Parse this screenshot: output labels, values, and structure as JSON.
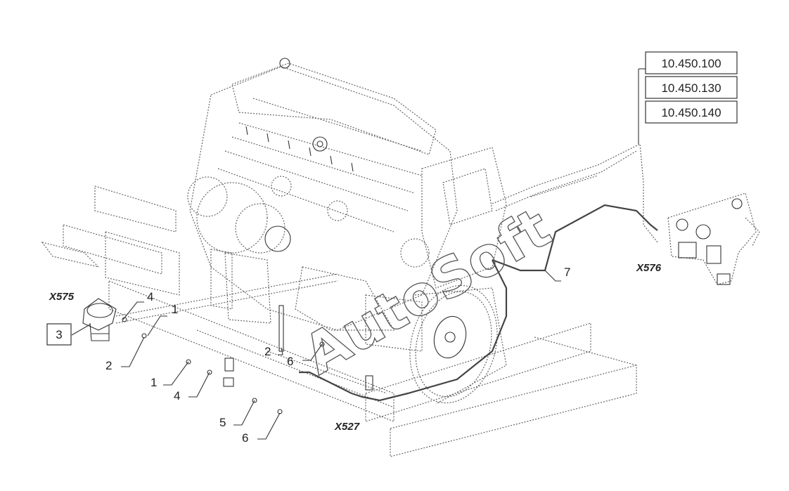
{
  "references": [
    "10.450.100",
    "10.450.130",
    "10.450.140"
  ],
  "connectors": {
    "x575": "X575",
    "x576": "X576",
    "x527": "X527"
  },
  "callouts": {
    "boxed_3": "3",
    "c1_top": "1",
    "c1_bottom": "1",
    "c2_left": "2",
    "c2_mid": "2",
    "c4_top": "4",
    "c4_bottom": "4",
    "c5": "5",
    "c6_mid": "6",
    "c6_bottom": "6",
    "c7": "7"
  },
  "watermark": "AutoSoft"
}
